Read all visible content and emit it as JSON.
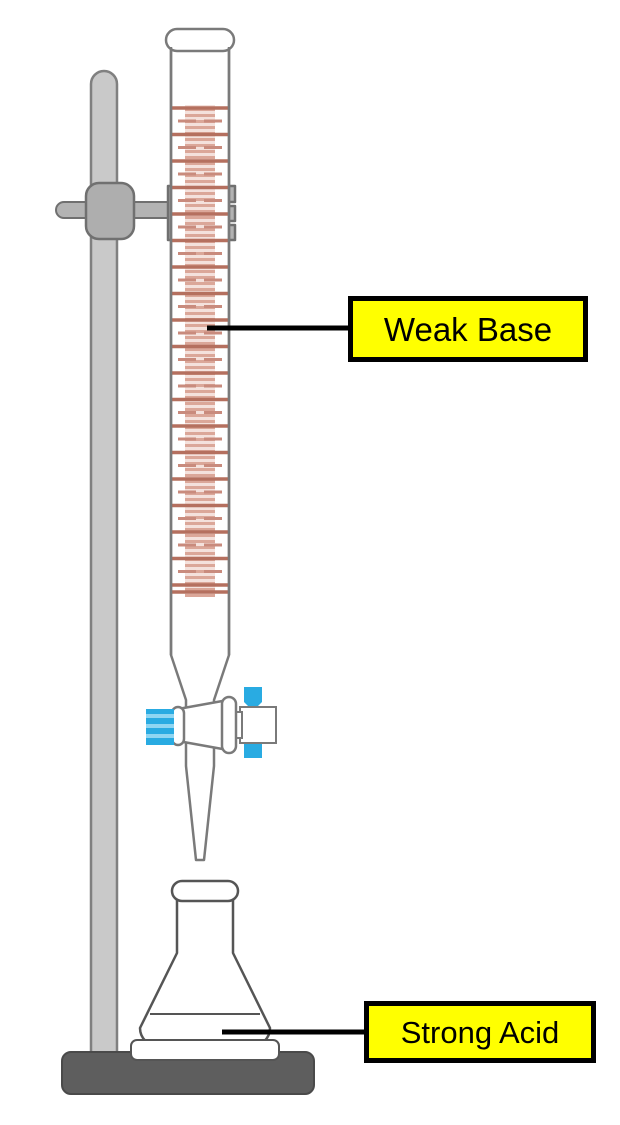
{
  "diagram": {
    "title": "Acid-base titration apparatus",
    "background_color": "#ffffff",
    "labels": [
      {
        "id": "weak-base",
        "text": "Weak Base",
        "box_color": "#ffff00",
        "border_color": "#000000",
        "text_color": "#000000",
        "points_to": "burette-liquid-column"
      },
      {
        "id": "strong-acid",
        "text": "Strong Acid",
        "box_color": "#ffff00",
        "border_color": "#000000",
        "text_color": "#000000",
        "points_to": "erlenmeyer-flask-liquid"
      }
    ],
    "parts": {
      "retort_stand_rod": {
        "name": "Retort stand rod",
        "fill": "#c9c9c9",
        "stroke": "#808080"
      },
      "retort_stand_base": {
        "name": "Retort stand base",
        "fill": "#5e5e5e",
        "stroke": "#4a4a4a"
      },
      "burette_clamp": {
        "name": "Burette clamp",
        "fill": "#b3b3b3",
        "stroke": "#707070"
      },
      "burette": {
        "name": "Burette",
        "fill": "#ffffff",
        "stroke": "#7a7a7a"
      },
      "burette_graduations": {
        "name": "Burette graduation marks",
        "color": "#b5705f"
      },
      "burette_liquid": {
        "name": "Titrant (weak base) in burette",
        "color": "#c98b7d"
      },
      "stopcock": {
        "name": "Stopcock",
        "body_fill": "#ffffff",
        "handle_fill": "#29abe2",
        "cap_fill": "#29abe2"
      },
      "erlenmeyer_flask": {
        "name": "Erlenmeyer flask",
        "fill": "#ffffff",
        "stroke": "#555555"
      },
      "flask_liquid_line": {
        "name": "Analyte (strong acid) level",
        "color": "#555555"
      },
      "leader_lines": {
        "name": "Label leader lines",
        "color": "#000000"
      }
    }
  }
}
